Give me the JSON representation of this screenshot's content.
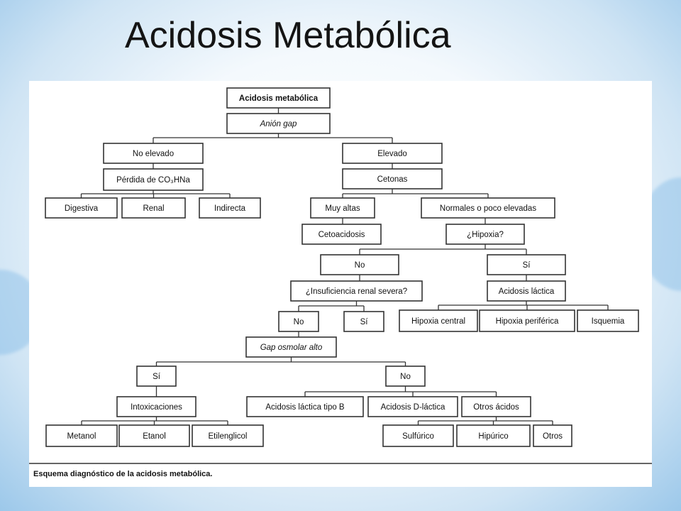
{
  "slide": {
    "title": "Acidosis Metabólica"
  },
  "diagram": {
    "caption": "Esquema diagnóstico de la acidosis metabólica.",
    "nodes": {
      "root": "Acidosis metabólica",
      "anion_gap": "Anión gap",
      "no_elevado": "No elevado",
      "perdida": "Pérdida de CO₃HNa",
      "digestiva": "Digestiva",
      "renal": "Renal",
      "indirecta": "Indirecta",
      "elevado": "Elevado",
      "cetonas": "Cetonas",
      "muy_altas": "Muy altas",
      "normales": "Normales o poco elevadas",
      "cetoacidosis": "Cetoacidosis",
      "hipoxia_q": "¿Hipoxia?",
      "no_1": "No",
      "si_1": "Sí",
      "insuf_renal": "¿Insuficiencia renal severa?",
      "acidosis_lactica": "Acidosis láctica",
      "no_2": "No",
      "si_2": "Sí",
      "hipoxia_central": "Hipoxia central",
      "hipoxia_periferica": "Hipoxia periférica",
      "isquemia": "Isquemia",
      "gap_osmolar": "Gap osmolar alto",
      "si_3": "Sí",
      "no_3": "No",
      "intoxicaciones": "Intoxicaciones",
      "acidosis_lactica_b": "Acidosis láctica tipo B",
      "acidosis_d_lactica": "Acidosis D-láctica",
      "otros_acidos": "Otros ácidos",
      "metanol": "Metanol",
      "etanol": "Etanol",
      "etilenglicol": "Etilenglicol",
      "sulfurico": "Sulfúrico",
      "hipurico": "Hipúrico",
      "otros": "Otros"
    }
  }
}
